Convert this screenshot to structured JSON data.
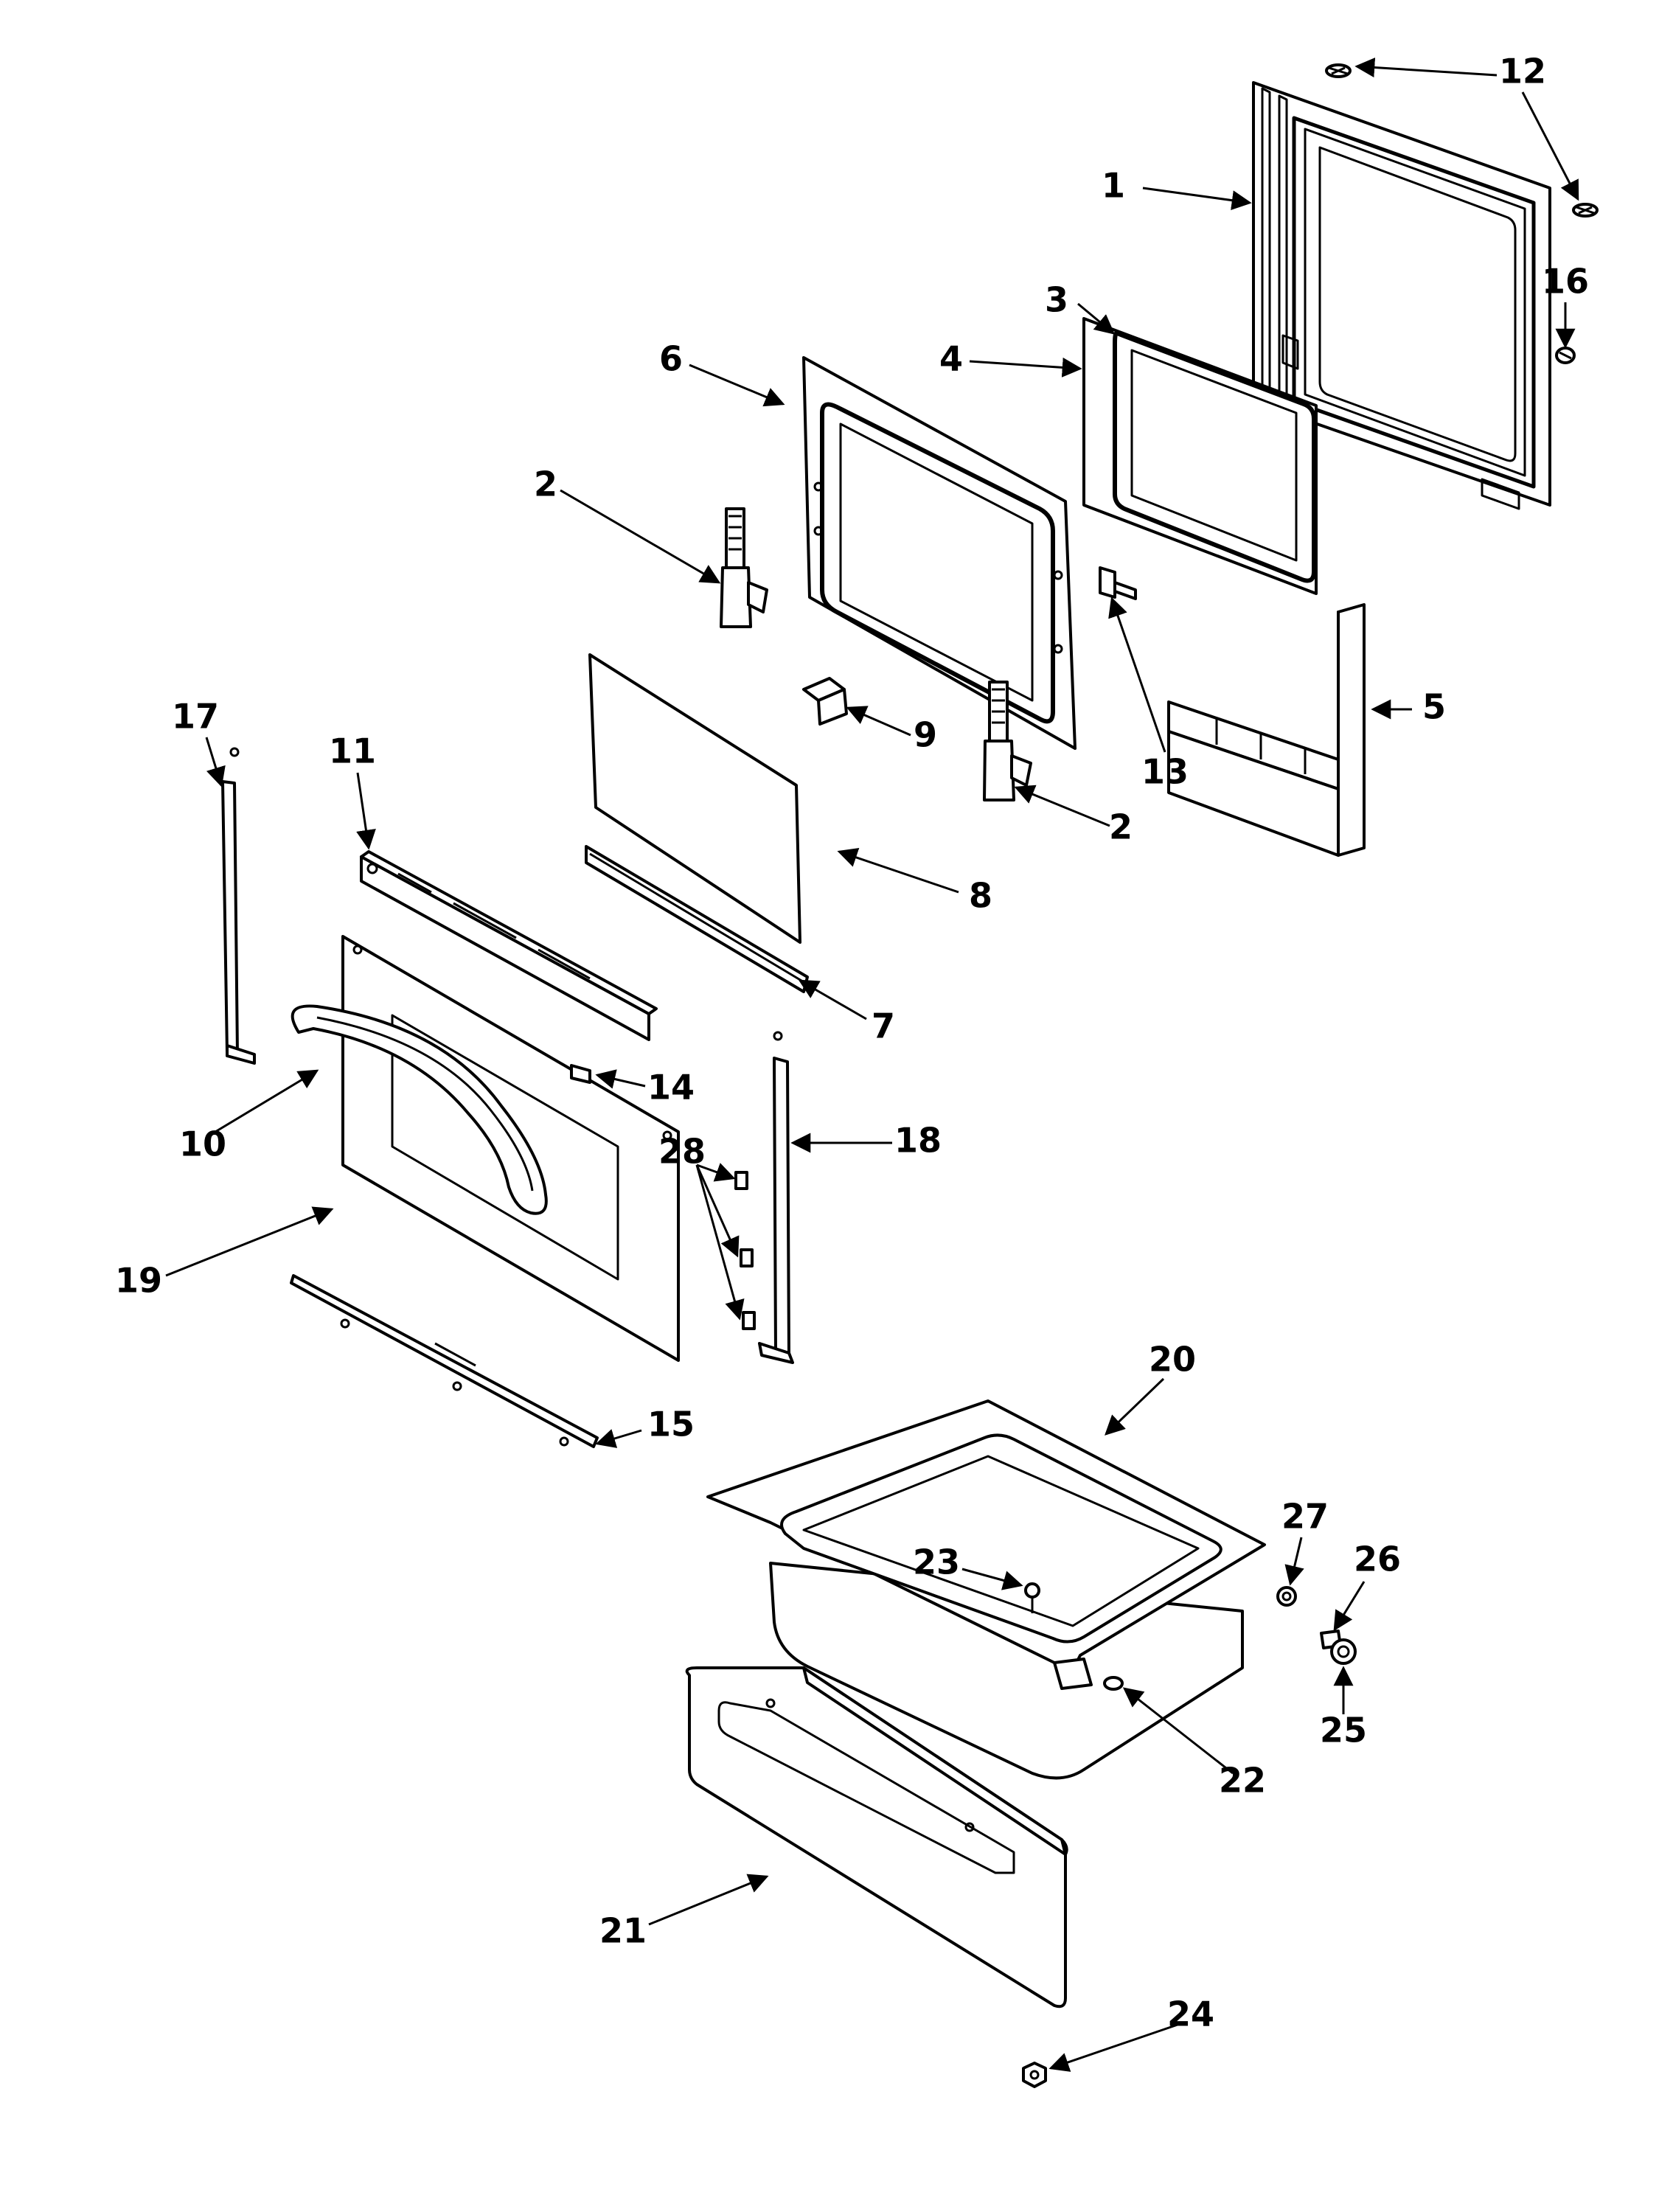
{
  "diagram": {
    "callouts": [
      {
        "id": "c1",
        "label": "1"
      },
      {
        "id": "c12",
        "label": "12"
      },
      {
        "id": "c16",
        "label": "16"
      },
      {
        "id": "c3",
        "label": "3"
      },
      {
        "id": "c4",
        "label": "4"
      },
      {
        "id": "c6",
        "label": "6"
      },
      {
        "id": "c2a",
        "label": "2"
      },
      {
        "id": "c2b",
        "label": "2"
      },
      {
        "id": "c9",
        "label": "9"
      },
      {
        "id": "c13",
        "label": "13"
      },
      {
        "id": "c5",
        "label": "5"
      },
      {
        "id": "c8",
        "label": "8"
      },
      {
        "id": "c7",
        "label": "7"
      },
      {
        "id": "c17",
        "label": "17"
      },
      {
        "id": "c11",
        "label": "11"
      },
      {
        "id": "c14",
        "label": "14"
      },
      {
        "id": "c10",
        "label": "10"
      },
      {
        "id": "c18",
        "label": "18"
      },
      {
        "id": "c28",
        "label": "28"
      },
      {
        "id": "c19",
        "label": "19"
      },
      {
        "id": "c15",
        "label": "15"
      },
      {
        "id": "c20",
        "label": "20"
      },
      {
        "id": "c27",
        "label": "27"
      },
      {
        "id": "c26",
        "label": "26"
      },
      {
        "id": "c23",
        "label": "23"
      },
      {
        "id": "c25",
        "label": "25"
      },
      {
        "id": "c22",
        "label": "22"
      },
      {
        "id": "c21",
        "label": "21"
      },
      {
        "id": "c24",
        "label": "24"
      }
    ]
  }
}
